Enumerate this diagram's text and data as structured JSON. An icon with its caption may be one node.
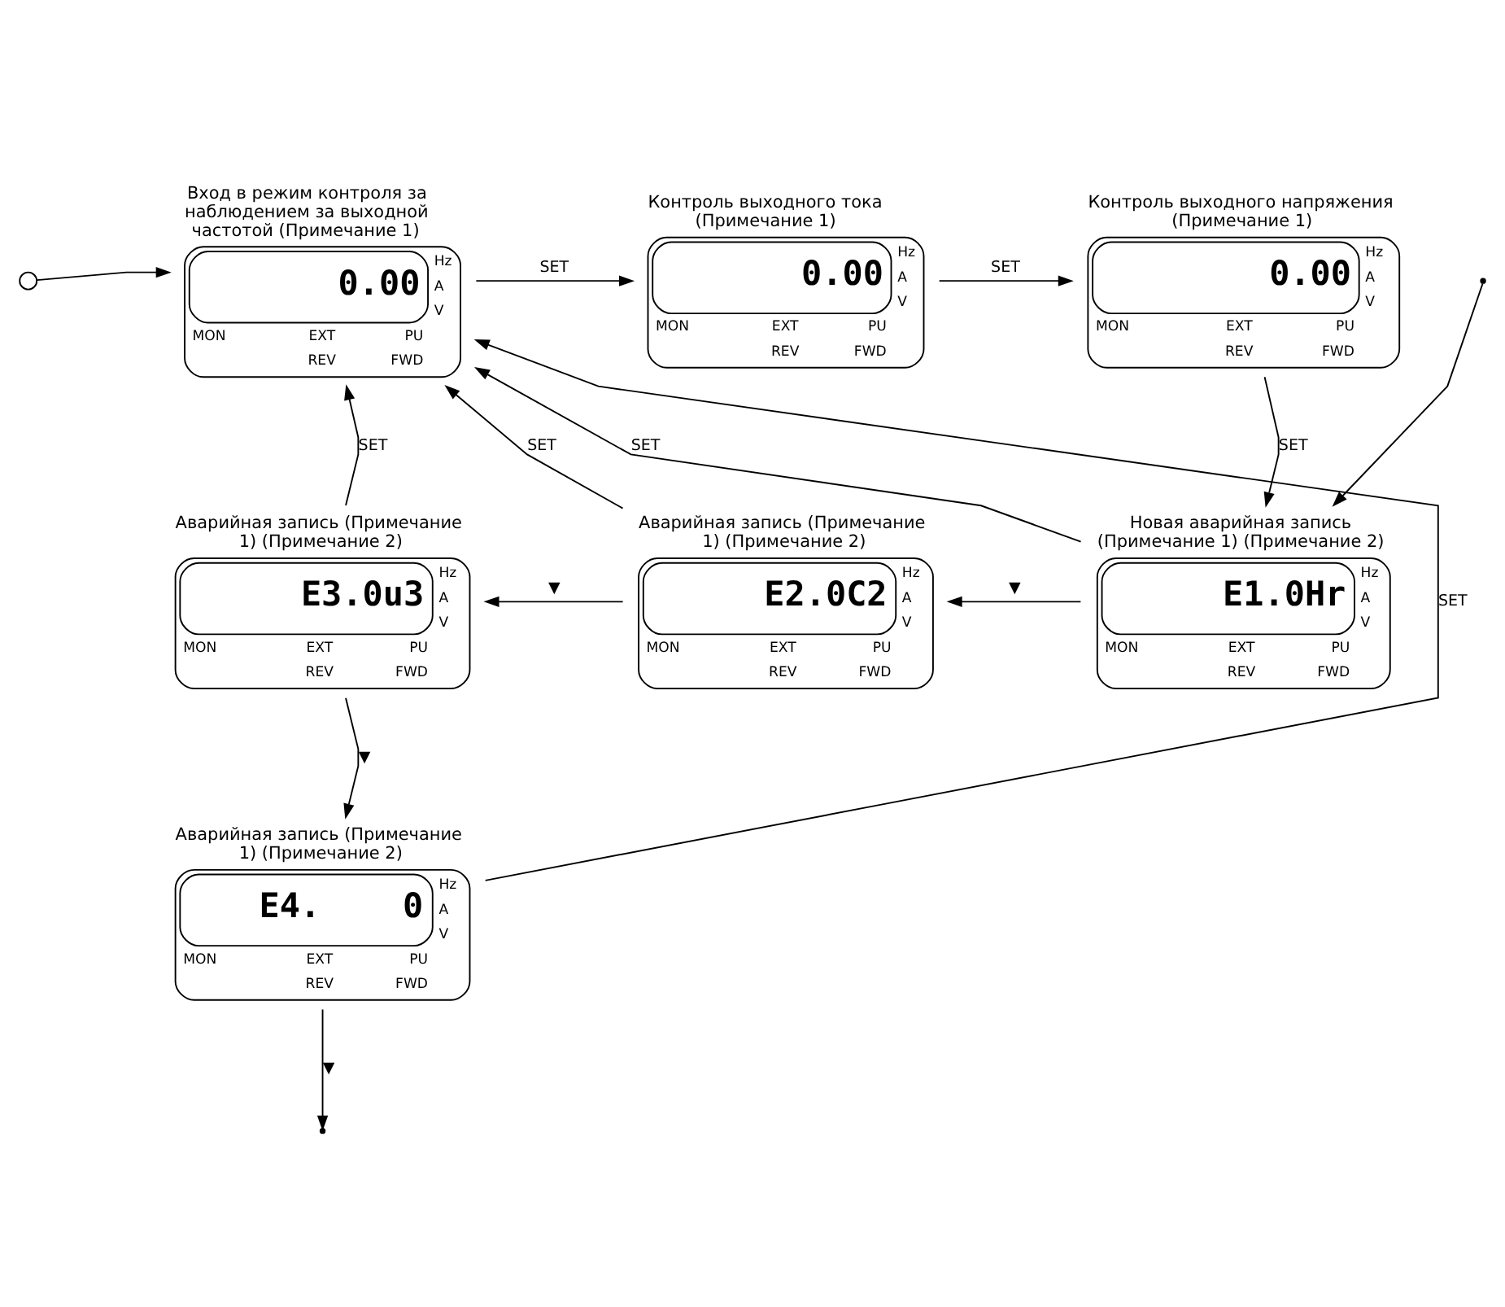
{
  "diagram": {
    "nodes": [
      {
        "text": [],
        "shape": "circle"
      },
      {
        "text": [
          "Вход в режим контроля за наблюдением за выходной частотой (Примечание 1)",
          "0.00",
          "Hz",
          "A",
          "V",
          "MON",
          "EXT",
          "PU",
          "REV",
          "FWD"
        ]
      },
      {
        "text": [
          "Контроль выходного тока (Примечание 1)",
          "0.00",
          "Hz",
          "A",
          "V",
          "MON",
          "EXT",
          "PU",
          "REV",
          "FWD"
        ]
      },
      {
        "text": [
          "Контроль выходного напряжения (Примечание 1)",
          "0.00",
          "Hz",
          "A",
          "V",
          "MON",
          "EXT",
          "PU",
          "REV",
          "FWD"
        ]
      },
      {
        "text": [
          "Аварийная запись (Примечание 1) (Примечание 2)",
          "E3.0u3",
          "Hz",
          "A",
          "V",
          "MON",
          "EXT",
          "PU",
          "REV",
          "FWD"
        ]
      },
      {
        "text": [
          "Аварийная запись (Примечание 1) (Примечание 2)",
          "E2.0C2",
          "Hz",
          "A",
          "V",
          "MON",
          "EXT",
          "PU",
          "REV",
          "FWD"
        ]
      },
      {
        "text": [
          "Новая аварийная запись (Примечание 1) (Примечание 2)",
          "E1.0Hr",
          "Hz",
          "A",
          "V",
          "MON",
          "EXT",
          "PU",
          "REV",
          "FWD"
        ]
      },
      {
        "text": [
          "Аварийная запись (Примечание 1) (Примечание 2)",
          "E4.    0",
          "Hz",
          "A",
          "V",
          "MON",
          "EXT",
          "PU",
          "REV",
          "FWD"
        ]
      }
    ],
    "edges": [
      {
        "from": 0,
        "to": 1,
        "arrow": "to"
      },
      {
        "from": 1,
        "to": 2,
        "arrow": "to",
        "label": "SET"
      },
      {
        "from": 2,
        "to": 3,
        "arrow": "to",
        "label": "SET"
      },
      {
        "from": 3,
        "to": 6,
        "arrow": "to",
        "label": "SET"
      },
      {
        "from": 6,
        "to": 5,
        "arrow": "to",
        "label": "▼"
      },
      {
        "from": 5,
        "to": 4,
        "arrow": "to",
        "label": "▼"
      },
      {
        "from": 4,
        "to": 1,
        "arrow": "to",
        "label": "SET"
      },
      {
        "from": 4,
        "to": 7,
        "arrow": "to",
        "label": "▼"
      },
      {
        "from": 7,
        "to": 1,
        "arrow": "to",
        "label": "SET"
      },
      {
        "from": 5,
        "to": 1,
        "arrow": "to",
        "label": "SET"
      },
      {
        "from": 6,
        "to": 1,
        "arrow": "to",
        "label": "SET"
      },
      {
        "from": 7,
        "to": null,
        "arrow": "to",
        "label": "▼"
      },
      {
        "from": null,
        "to": 6,
        "arrow": "to"
      }
    ]
  }
}
